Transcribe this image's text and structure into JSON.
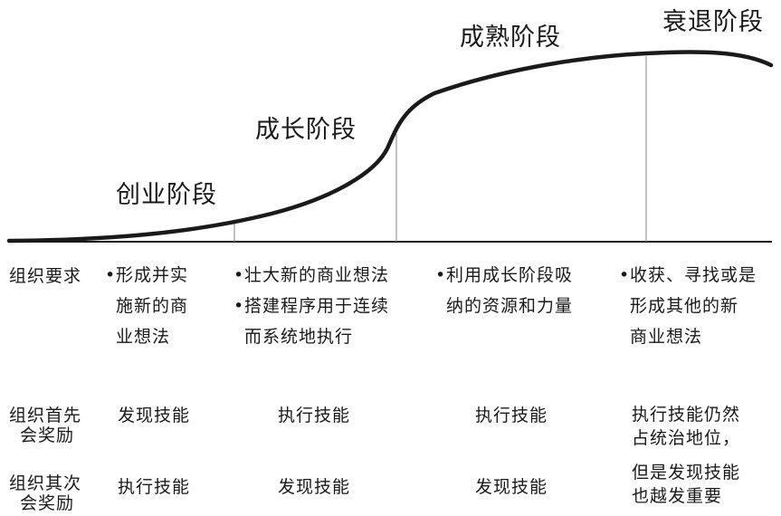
{
  "stages": [
    "创业阶段",
    "成长阶段",
    "成熟阶段",
    "衰退阶段"
  ],
  "row_labels": {
    "requirement": "组织要求",
    "reward_first": [
      "组织首先",
      "会奖励"
    ],
    "reward_second": [
      "组织其次",
      "会奖励"
    ]
  },
  "requirements": {
    "startup": {
      "bullet": "•",
      "lines": [
        "形成并实",
        "施新的商",
        "业想法"
      ]
    },
    "growth": [
      {
        "bullet": "•",
        "lines": [
          "壮大新的商业想法"
        ]
      },
      {
        "bullet": "•",
        "lines": [
          "搭建程序用于连续",
          "而系统地执行"
        ]
      }
    ],
    "mature": {
      "bullet": "•",
      "lines": [
        "利用成长阶段吸",
        "纳的资源和力量"
      ]
    },
    "decline": {
      "bullet": "•",
      "lines": [
        "收获、寻找或是",
        "形成其他的新",
        "商业想法"
      ]
    }
  },
  "reward_first": {
    "startup": "发现技能",
    "growth": "执行技能",
    "mature": "执行技能"
  },
  "reward_second": {
    "startup": "执行技能",
    "growth": "发现技能",
    "mature": "发现技能"
  },
  "decline_reward_note": [
    "执行技能仍然",
    "占统治地位，",
    "但是发现技能",
    "也越发重要"
  ],
  "colors": {
    "curve": "#1a1a1a",
    "baseline": "#1a1a1a",
    "divider": "#9a9a9a"
  }
}
